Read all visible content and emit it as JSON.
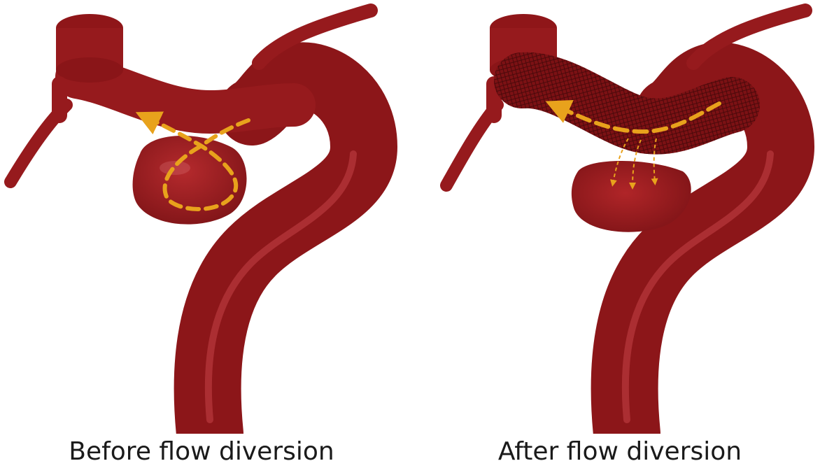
{
  "panels": [
    {
      "caption": "Before flow diversion"
    },
    {
      "caption": "After flow diversion"
    }
  ],
  "colors": {
    "vessel": "#9e1b1c",
    "vessel_dark": "#6a0f12",
    "vessel_highlight": "#d9676a",
    "flow_arrow": "#e8a21c",
    "stent_mesh": "#3a0608"
  },
  "icons": {
    "flow_arrow": "dashed-arrow",
    "recirculation": "dashed-loop"
  }
}
